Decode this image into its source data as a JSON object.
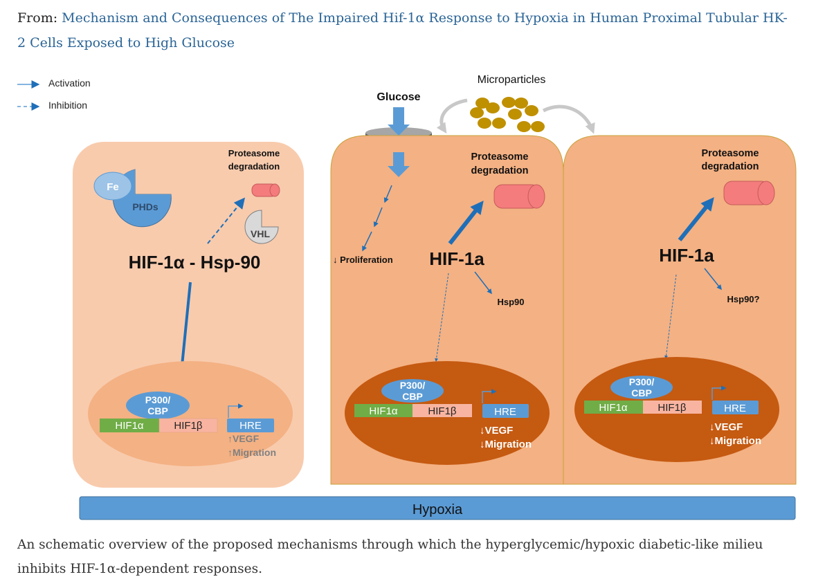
{
  "header": {
    "from_label": "From:",
    "article_title": "Mechanism and Consequences of The Impaired Hif-1α Response to Hypoxia in Human Proximal Tubular HK-2 Cells Exposed to High Glucose"
  },
  "legend": {
    "activation": "Activation",
    "inhibition": "Inhibition"
  },
  "colors": {
    "arrow_blue": "#1f6fb8",
    "cell_light": "#f8cbad",
    "cell_medium": "#f4b183",
    "nucleus_light": "#f4b183",
    "nucleus_dark": "#c55a11",
    "hif1a_green": "#70ad47",
    "hif1b_salmon": "#f8b4a0",
    "p300_blue": "#5b9bd5",
    "proteasome_pink": "#f47c7c",
    "microparticle_gold": "#bf9000",
    "hypoxia_bar": "#5b9bd5"
  },
  "panel1": {
    "fe": "Fe",
    "phds": "PHDs",
    "proteasome": [
      "Proteasome",
      "degradation"
    ],
    "vhl": "VHL",
    "complex": "HIF-1α - Hsp-90",
    "p300": [
      "P300/",
      "CBP"
    ],
    "hif1a": "HIF1α",
    "hif1b": "HIF1β",
    "hre": "HRE",
    "outcomes": [
      "↑VEGF",
      "↑Migration"
    ]
  },
  "top": {
    "glucose": "Glucose",
    "microparticles": "Microparticles"
  },
  "panel2": {
    "proteasome": [
      "Proteasome",
      "degradation"
    ],
    "proliferation": "↓ Proliferation",
    "hif": "HIF-1a",
    "hsp": "Hsp90",
    "p300": [
      "P300/",
      "CBP"
    ],
    "hif1a": "HIF1α",
    "hif1b": "HIF1β",
    "hre": "HRE",
    "outcomes": [
      "↓VEGF",
      "↓Migration"
    ]
  },
  "panel3": {
    "proteasome": [
      "Proteasome",
      "degradation"
    ],
    "hif": "HIF-1a",
    "hsp": "Hsp90?",
    "p300": [
      "P300/",
      "CBP"
    ],
    "hif1a": "HIF1α",
    "hif1b": "HIF1β",
    "hre": "HRE",
    "outcomes": [
      "↓VEGF",
      "↓Migration"
    ]
  },
  "hypoxia": "Hypoxia",
  "caption": "An schematic overview of the proposed mechanisms through which the hyperglycemic/hypoxic diabetic-like milieu inhibits HIF-1α-dependent responses."
}
